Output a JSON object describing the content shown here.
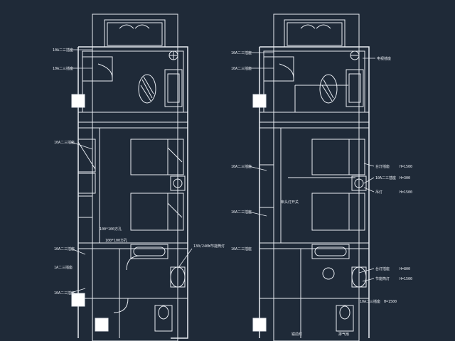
{
  "colors": {
    "background": "#1f2a38",
    "line": "#e8ecf2",
    "wall_fill": "#ffffff"
  },
  "plan_left": {
    "name": "left-plan",
    "annotations": [
      "10A二三插座",
      "10A二三插座",
      "10A二三插座",
      "10A二三插座",
      "130/240W节能筒灯",
      "10A二三插座",
      "100*100方孔",
      "100*100方孔",
      "1A二三插座"
    ]
  },
  "plan_right": {
    "name": "right-plan",
    "annotations": [
      "10A二三插座",
      "10A二三插座",
      "10A二三插座",
      "10A二三插座",
      "床头灯开关",
      "10A二三插座",
      "电视插座",
      "台灯插座",
      "10A二三插座",
      "吊灯",
      "台灯插座",
      "节能筒灯",
      "10A二三插座",
      "镜前灯",
      "排气扇"
    ],
    "dims": [
      "H=1500",
      "H=300",
      "H=1500",
      "H=800",
      "H=1500",
      "H=1500"
    ]
  }
}
